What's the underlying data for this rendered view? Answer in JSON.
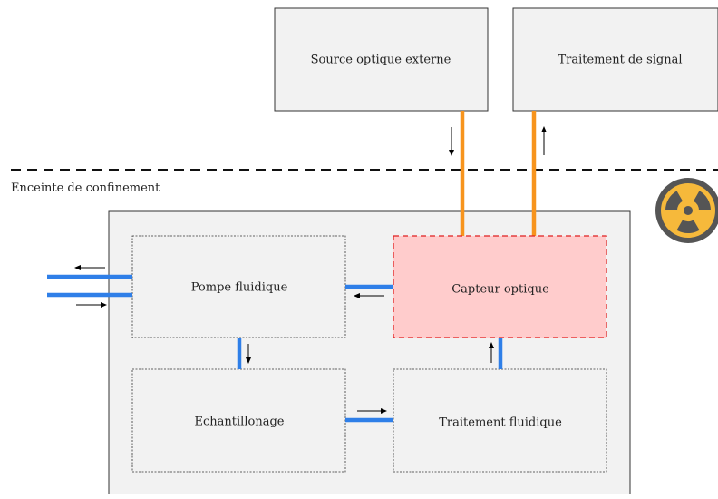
{
  "blocks": {
    "source": "Source optique externe",
    "signal": "Traitement de signal",
    "pompe": "Pompe fluidique",
    "capteur": "Capteur optique",
    "echantillonage": "Echantillonage",
    "fluidique": "Traitement fluidique"
  },
  "enclosure_label": "Enceinte de confinement",
  "icons": [
    "radiation-icon",
    "arrow-icon"
  ],
  "colors": {
    "fluid_line": "#2f7fe8",
    "optical_line": "#f7941d",
    "capteur_fill": "#ffcccc",
    "capteur_border": "#e02020",
    "block_fill": "#f2f2f2",
    "radiation_yellow": "#f6b93b",
    "radiation_gray": "#555555"
  }
}
